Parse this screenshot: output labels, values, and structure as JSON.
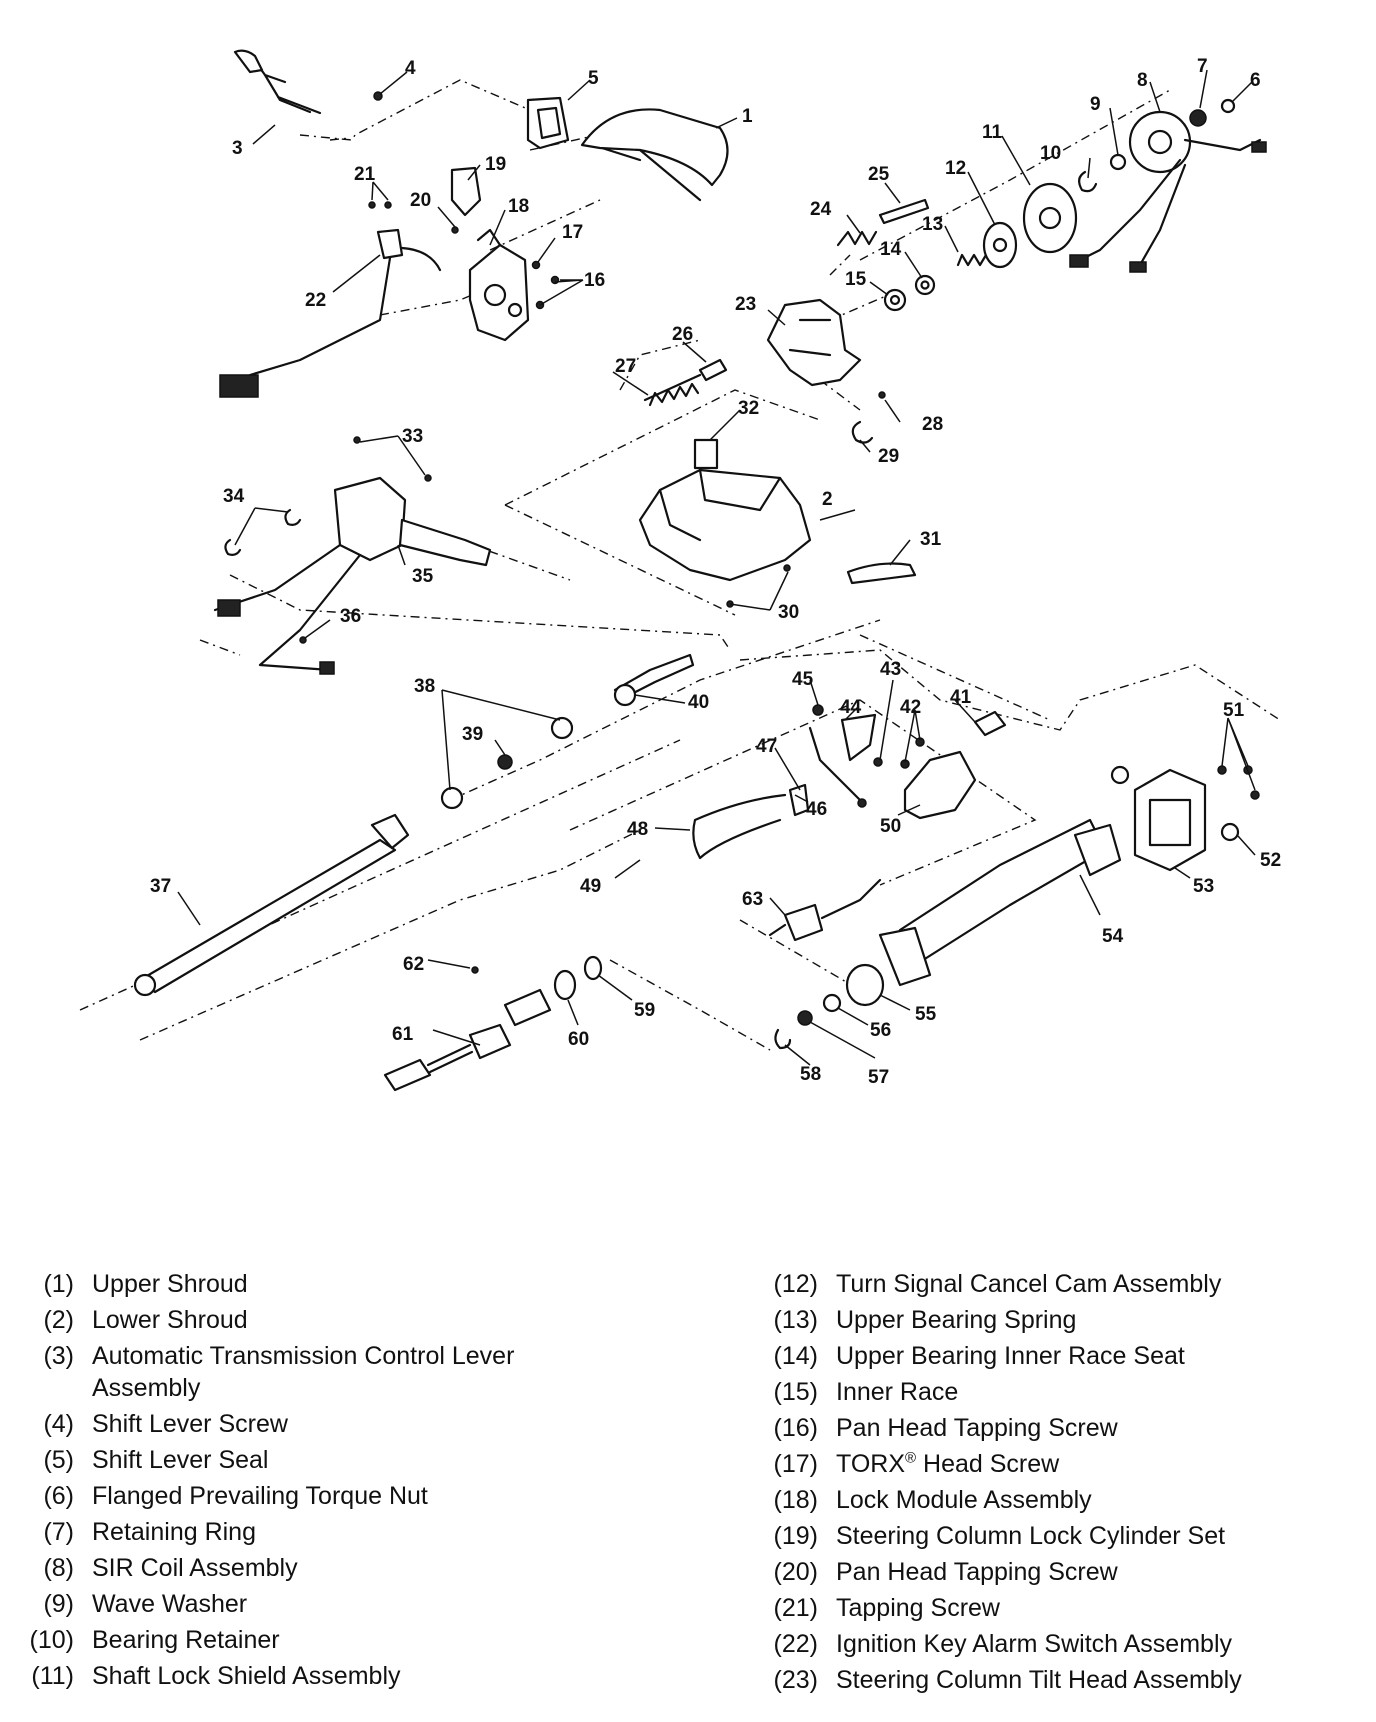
{
  "callouts": [
    {
      "n": "1"
    },
    {
      "n": "2"
    },
    {
      "n": "3"
    },
    {
      "n": "4"
    },
    {
      "n": "5"
    },
    {
      "n": "6"
    },
    {
      "n": "7"
    },
    {
      "n": "8"
    },
    {
      "n": "9"
    },
    {
      "n": "10"
    },
    {
      "n": "11"
    },
    {
      "n": "12"
    },
    {
      "n": "13"
    },
    {
      "n": "14"
    },
    {
      "n": "15"
    },
    {
      "n": "16"
    },
    {
      "n": "17"
    },
    {
      "n": "18"
    },
    {
      "n": "19"
    },
    {
      "n": "20"
    },
    {
      "n": "21"
    },
    {
      "n": "22"
    },
    {
      "n": "23"
    },
    {
      "n": "24"
    },
    {
      "n": "25"
    },
    {
      "n": "26"
    },
    {
      "n": "27"
    },
    {
      "n": "28"
    },
    {
      "n": "29"
    },
    {
      "n": "30"
    },
    {
      "n": "31"
    },
    {
      "n": "32"
    },
    {
      "n": "33"
    },
    {
      "n": "34"
    },
    {
      "n": "35"
    },
    {
      "n": "36"
    },
    {
      "n": "37"
    },
    {
      "n": "38"
    },
    {
      "n": "39"
    },
    {
      "n": "40"
    },
    {
      "n": "41"
    },
    {
      "n": "42"
    },
    {
      "n": "43"
    },
    {
      "n": "44"
    },
    {
      "n": "45"
    },
    {
      "n": "46"
    },
    {
      "n": "47"
    },
    {
      "n": "48"
    },
    {
      "n": "49"
    },
    {
      "n": "50"
    },
    {
      "n": "51"
    },
    {
      "n": "52"
    },
    {
      "n": "53"
    },
    {
      "n": "54"
    },
    {
      "n": "55"
    },
    {
      "n": "56"
    },
    {
      "n": "57"
    },
    {
      "n": "58"
    },
    {
      "n": "59"
    },
    {
      "n": "60"
    },
    {
      "n": "61"
    },
    {
      "n": "62"
    },
    {
      "n": "63"
    }
  ],
  "legend": {
    "left": [
      {
        "num": "(1)",
        "text": "Upper Shroud"
      },
      {
        "num": "(2)",
        "text": "Lower Shroud"
      },
      {
        "num": "(3)",
        "text": "Automatic Transmission Control Lever Assembly"
      },
      {
        "num": "(4)",
        "text": "Shift Lever Screw"
      },
      {
        "num": "(5)",
        "text": "Shift Lever Seal"
      },
      {
        "num": "(6)",
        "text": "Flanged Prevailing Torque Nut"
      },
      {
        "num": "(7)",
        "text": "Retaining Ring"
      },
      {
        "num": "(8)",
        "text": "SIR Coil Assembly"
      },
      {
        "num": "(9)",
        "text": "Wave Washer"
      },
      {
        "num": "(10)",
        "text": "Bearing Retainer"
      },
      {
        "num": "(11)",
        "text": "Shaft Lock Shield Assembly"
      }
    ],
    "right": [
      {
        "num": "(12)",
        "text": "Turn Signal Cancel Cam Assembly"
      },
      {
        "num": "(13)",
        "text": "Upper Bearing Spring"
      },
      {
        "num": "(14)",
        "text": "Upper Bearing Inner Race Seat"
      },
      {
        "num": "(15)",
        "text": "Inner Race"
      },
      {
        "num": "(16)",
        "text": "Pan Head Tapping Screw"
      },
      {
        "num": "(17)",
        "text": "TORX",
        "sup": "®",
        "text_after": " Head Screw"
      },
      {
        "num": "(18)",
        "text": "Lock Module Assembly"
      },
      {
        "num": "(19)",
        "text": "Steering Column Lock Cylinder Set"
      },
      {
        "num": "(20)",
        "text": "Pan Head Tapping Screw"
      },
      {
        "num": "(21)",
        "text": "Tapping Screw"
      },
      {
        "num": "(22)",
        "text": "Ignition Key Alarm Switch Assembly"
      },
      {
        "num": "(23)",
        "text": "Steering Column Tilt Head Assembly"
      }
    ]
  }
}
